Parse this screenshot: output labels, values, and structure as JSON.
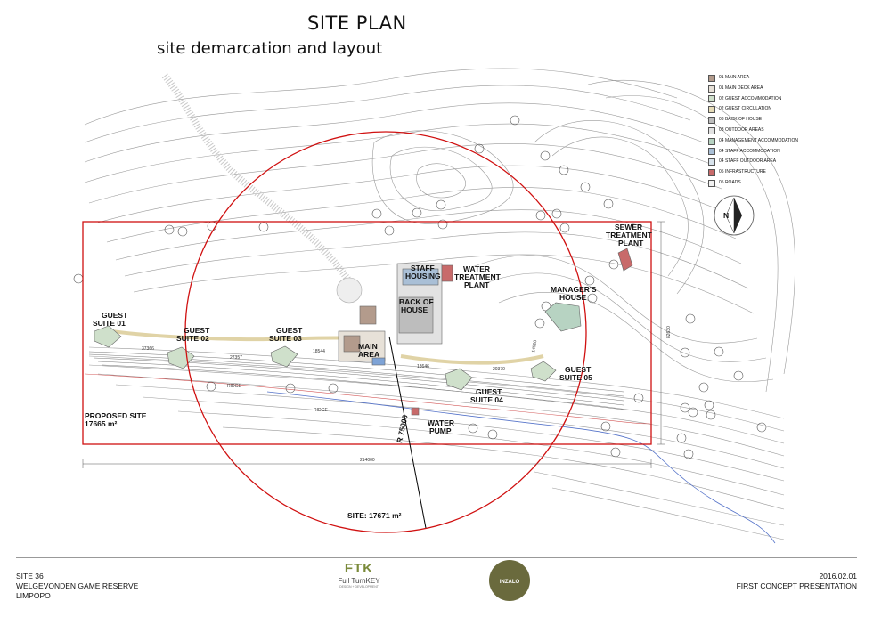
{
  "title": "SITE PLAN",
  "subtitle": "site  demarcation and layout",
  "legend": [
    {
      "label": "01 MAIN AREA",
      "color": "#b39b8c"
    },
    {
      "label": "01 MAIN DECK AREA",
      "color": "#e7e1d8"
    },
    {
      "label": "02 GUEST ACCOMMODATION",
      "color": "#cfe0cb"
    },
    {
      "label": "02 GUEST CIRCULATION",
      "color": "#e6dcb8"
    },
    {
      "label": "03 BACK OF HOUSE",
      "color": "#bdbdbd"
    },
    {
      "label": "03 OUTDOOR AREAS",
      "color": "#e2e2e2"
    },
    {
      "label": "04 MANAGEMENT ACCOMMODATION",
      "color": "#b7d3c2"
    },
    {
      "label": "04 STAFF ACCOMMODATION",
      "color": "#a9bfd6"
    },
    {
      "label": "04 STAFF OUTDOOR AREA",
      "color": "#d8e3ec"
    },
    {
      "label": "05 INFRASTRUCTURE",
      "color": "#c86a6a"
    },
    {
      "label": "05 ROADS",
      "color": "#f2f2f2"
    }
  ],
  "compass_label": "N",
  "labels": {
    "guest_suite_01": [
      "GUEST",
      "SUITE 01"
    ],
    "guest_suite_02": [
      "GUEST",
      "SUITE 02"
    ],
    "guest_suite_03": [
      "GUEST",
      "SUITE 03"
    ],
    "guest_suite_04": [
      "GUEST",
      "SUITE 04"
    ],
    "guest_suite_05": [
      "GUEST",
      "SUITE 05"
    ],
    "main_area": [
      "MAIN",
      "AREA"
    ],
    "back_of_house": [
      "BACK OF",
      "HOUSE"
    ],
    "staff_housing": [
      "STAFF",
      "HOUSING"
    ],
    "water_treatment": [
      "WATER",
      "TREATMENT",
      "PLANT"
    ],
    "sewer_treatment": [
      "SEWER",
      "TREATMENT",
      "PLANT"
    ],
    "managers_house": [
      "MANAGER'S",
      "HOUSE"
    ],
    "water_pump": [
      "WATER",
      "PUMP"
    ],
    "proposed_site": [
      "PROPOSED SITE",
      "17665 m²"
    ],
    "site_area": "SITE: 17671 m²",
    "radius": "R 75000"
  },
  "dimensions": {
    "width": "214000",
    "height": "82630",
    "d1": "18544",
    "d2": "18646",
    "d3": "20370",
    "d4": "27357",
    "d5": "37366",
    "d6": "14520",
    "ridge1": "RIDGE",
    "ridge2": "RIDGE"
  },
  "footer": {
    "left": [
      "SITE 36",
      "WELGEVONDEN GAME RESERVE",
      "LIMPOPO"
    ],
    "right": [
      "2016.02.01",
      "FIRST CONCEPT PRESENTATION"
    ]
  },
  "logos": {
    "ftk_mark": "FTK",
    "ftk_name": "Full TurnKEY",
    "ftk_tag": "DESIGN + DEVELOPMENT",
    "inzalo": "INZALO"
  }
}
